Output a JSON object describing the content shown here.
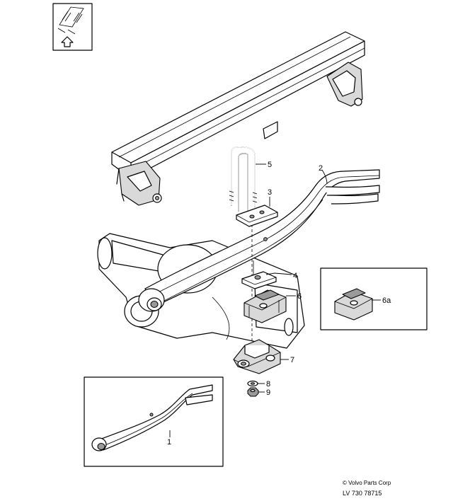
{
  "callouts": {
    "c1": "1",
    "c2": "2",
    "c3": "3",
    "c4": "4",
    "c5": "5",
    "c6": "6",
    "c6a": "6a",
    "c7": "7",
    "c8": "8",
    "c9": "9"
  },
  "footer": {
    "copyright": "© Volvo Parts Corp",
    "reference": "LV 730 78715"
  }
}
